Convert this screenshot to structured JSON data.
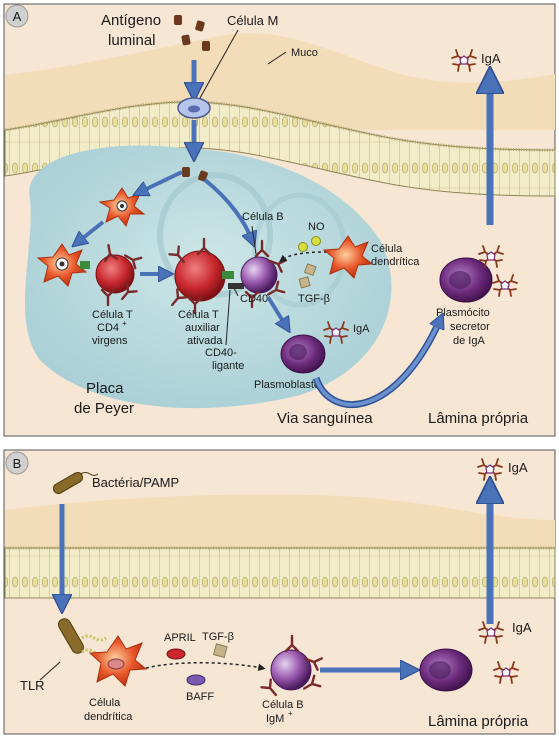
{
  "panel_a": {
    "badge": "A",
    "antigen": [
      "Antígeno",
      "luminal"
    ],
    "m_cell": "Célula M",
    "mucus": "Muco",
    "iga_top": "IgA",
    "b_cell": "Célula B",
    "no": "NO",
    "dendritic": [
      "Célula",
      "dendrítica"
    ],
    "tgf": "TGF-β",
    "cd40": "CD40",
    "cd40l": [
      "CD40-",
      "ligante"
    ],
    "naive_t": [
      "Célula T",
      "CD4",
      "+",
      "virgens"
    ],
    "helper_t": [
      "Célula T",
      "auxiliar",
      "ativada"
    ],
    "plasmablast_iga": "IgA",
    "plasmablast": "Plasmoblasto",
    "plasma_cell": [
      "Plasmócito",
      "secretor",
      "de IgA"
    ],
    "peyer": [
      "Placa",
      "de Peyer"
    ],
    "blood": "Via sanguínea",
    "lamina": "Lâmina própria"
  },
  "panel_b": {
    "badge": "B",
    "bacteria": "Bactéria/PAMP",
    "iga_top": "IgA",
    "april": "APRIL",
    "tgf": "TGF-β",
    "baff": "BAFF",
    "tlr": "TLR",
    "dendritic": [
      "Célula",
      "dendrítica"
    ],
    "b_cell": [
      "Célula B",
      "IgM",
      "+"
    ],
    "iga": "IgA",
    "lamina": "Lâmina própria"
  },
  "colors": {
    "mucus": "#f3dcb8",
    "epithelium": "#f2ecc8",
    "lamina": "#f6e6d3",
    "peyer": "#b9d9dc",
    "arrow": "#4a72b8",
    "t_cell": "#c8282e",
    "b_cell": "#7a3a8c",
    "dendritic": "#e8572a",
    "plasma": "#6b2a7a"
  }
}
